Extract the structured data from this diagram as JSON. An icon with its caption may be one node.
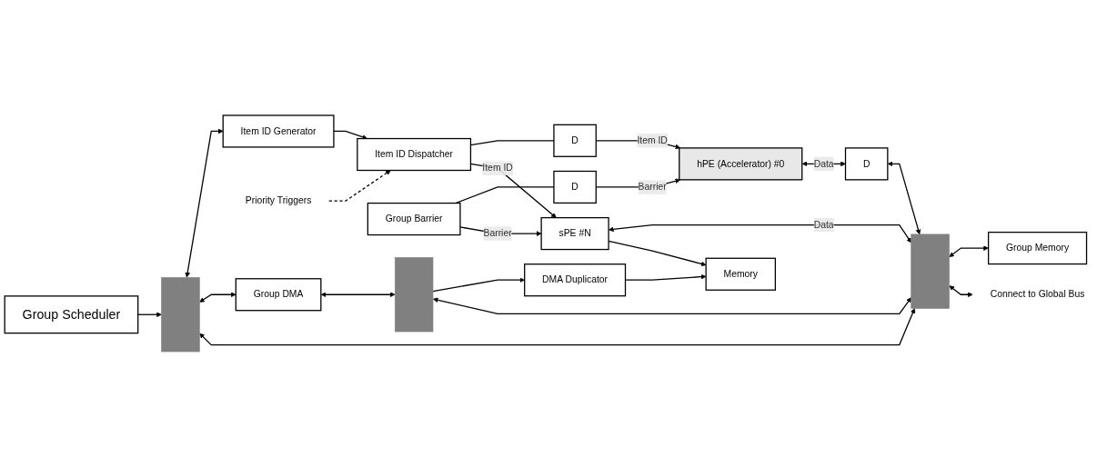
{
  "diagram": {
    "nodes": [
      {
        "text": [
          "Item ID Generator"
        ]
      },
      {
        "text": [
          "Priority Triggers"
        ]
      },
      {
        "text": [
          "Item ID Dispatcher"
        ]
      },
      {
        "text": [
          "D"
        ]
      },
      {
        "text": [
          "D"
        ]
      },
      {
        "text": [
          "Group Barrier"
        ]
      },
      {
        "text": [
          "hPE (Accelerator) #0"
        ]
      },
      {
        "text": [
          "D"
        ]
      },
      {
        "text": [
          "sPE #N"
        ]
      },
      {
        "text": [
          "Group Scheduler"
        ]
      },
      {
        "text": [],
        "shape": "bar"
      },
      {
        "text": [
          "Group DMA"
        ]
      },
      {
        "text": [],
        "shape": "bar"
      },
      {
        "text": [
          "DMA Duplicator"
        ]
      },
      {
        "text": [
          "Memory"
        ]
      },
      {
        "text": [],
        "shape": "bar"
      },
      {
        "text": [
          "Group Memory"
        ]
      },
      {
        "text": [
          "Connect to Global Bus"
        ]
      }
    ],
    "edges": [
      {
        "from": 0,
        "to": 2,
        "arrow": "to"
      },
      {
        "from": 1,
        "to": 2,
        "arrow": "to",
        "style": "dashed"
      },
      {
        "from": 2,
        "to": 3,
        "arrow": "none"
      },
      {
        "from": 3,
        "to": 6,
        "arrow": "to",
        "label": "Item ID"
      },
      {
        "from": 5,
        "to": 4,
        "arrow": "none"
      },
      {
        "from": 4,
        "to": 6,
        "arrow": "to",
        "label": "Barrier"
      },
      {
        "from": 5,
        "to": 8,
        "arrow": "to",
        "label": "Barrier"
      },
      {
        "from": 2,
        "to": 8,
        "arrow": "to",
        "label": "Item ID"
      },
      {
        "from": 6,
        "to": 7,
        "arrow": "both",
        "label": "Data"
      },
      {
        "from": 7,
        "to": 15,
        "arrow": "both"
      },
      {
        "from": 8,
        "to": 15,
        "arrow": "both",
        "label": "Data"
      },
      {
        "from": 15,
        "to": 16,
        "arrow": "both"
      },
      {
        "from": 15,
        "to": 17,
        "arrow": "both"
      },
      {
        "from": 10,
        "to": 0,
        "arrow": "both"
      },
      {
        "from": 9,
        "to": 10,
        "arrow": "to"
      },
      {
        "from": 10,
        "to": 11,
        "arrow": "both"
      },
      {
        "from": 11,
        "to": 12,
        "arrow": "both"
      },
      {
        "from": 12,
        "to": 13,
        "arrow": "to"
      },
      {
        "from": 13,
        "to": 14,
        "arrow": "to"
      },
      {
        "from": 8,
        "to": 14,
        "arrow": "to"
      },
      {
        "from": 12,
        "to": 15,
        "arrow": "both"
      },
      {
        "from": 10,
        "to": 15,
        "arrow": "both"
      }
    ]
  }
}
